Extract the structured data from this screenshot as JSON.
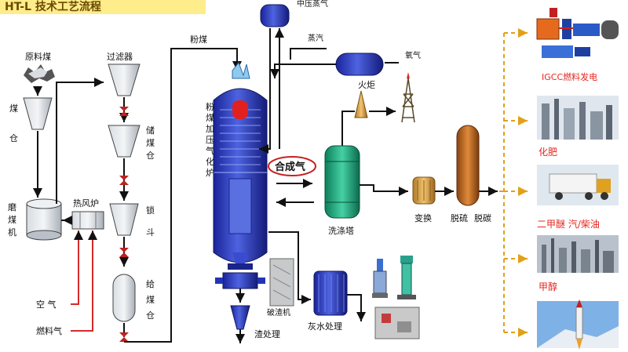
{
  "title": "HT-L 技术工艺流程",
  "labels": {
    "raw_coal": "原料煤",
    "coal_bin_1": "煤",
    "coal_bin_2": "仓",
    "filter": "过滤器",
    "pulverized_coal": "粉煤",
    "storage_bin_1": "储",
    "storage_bin_2": "煤",
    "storage_bin_3": "仓",
    "lock_hopper_1": "锁",
    "lock_hopper_2": "斗",
    "feed_bin_1": "给",
    "feed_bin_2": "煤",
    "feed_bin_3": "仓",
    "mill_1": "磨",
    "mill_2": "煤",
    "mill_3": "机",
    "hot_air_furnace": "热风炉",
    "air": "空 气",
    "fuel_gas": "燃料气",
    "mp_steam": "中压蒸气",
    "steam": "蒸汽",
    "oxygen": "氧气",
    "gasifier": [
      "粉",
      "煤",
      "加",
      "压",
      "气",
      "化",
      "炉"
    ],
    "syngas": "合成气",
    "flare": "火炬",
    "scrubber": "洗涤塔",
    "shift": "变换",
    "desulfur": "脱硫",
    "decarb": "脱碳",
    "slag_breaker": "破渣机",
    "slag_treatment": "渣处理",
    "ash_water": "灰水处理",
    "igcc": "IGCC燃料发电",
    "fertilizer": "化肥",
    "dme": "二甲醚 汽/柴油",
    "methanol": "甲醇"
  },
  "colors": {
    "arrow": "#111111",
    "dashed": "#e2a018",
    "label_red": "#e8261f",
    "vessel_blue": "#2333b8",
    "scrubber_green": "#1ea07a",
    "tower_brown": "#b8661e"
  }
}
